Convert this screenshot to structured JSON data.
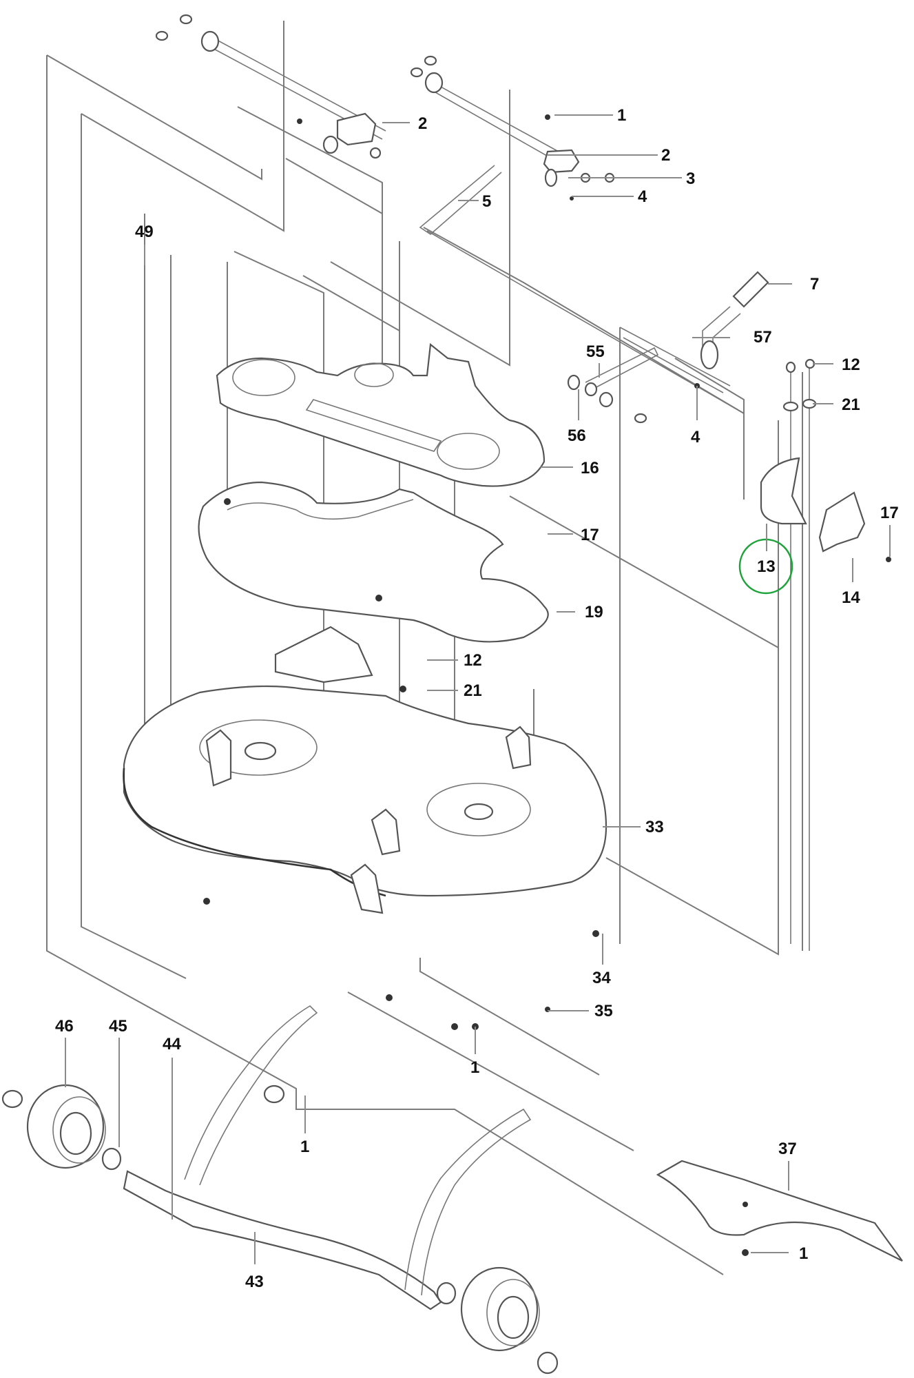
{
  "diagram": {
    "title": "Mower deck exploded parts diagram",
    "highlight_color": "#1ea33a",
    "highlighted_callout": "13",
    "callouts": [
      {
        "id": "c1a",
        "label": "1"
      },
      {
        "id": "c2a",
        "label": "2"
      },
      {
        "id": "c2b",
        "label": "2"
      },
      {
        "id": "c3",
        "label": "3"
      },
      {
        "id": "c4a",
        "label": "4"
      },
      {
        "id": "c5",
        "label": "5"
      },
      {
        "id": "c49",
        "label": "49"
      },
      {
        "id": "c7",
        "label": "7"
      },
      {
        "id": "c57",
        "label": "57"
      },
      {
        "id": "c55",
        "label": "55"
      },
      {
        "id": "c56",
        "label": "56"
      },
      {
        "id": "c4b",
        "label": "4"
      },
      {
        "id": "c12a",
        "label": "12"
      },
      {
        "id": "c21a",
        "label": "21"
      },
      {
        "id": "c16",
        "label": "16"
      },
      {
        "id": "c17a",
        "label": "17"
      },
      {
        "id": "c17b",
        "label": "17"
      },
      {
        "id": "c13",
        "label": "13"
      },
      {
        "id": "c14",
        "label": "14"
      },
      {
        "id": "c19",
        "label": "19"
      },
      {
        "id": "c12b",
        "label": "12"
      },
      {
        "id": "c21b",
        "label": "21"
      },
      {
        "id": "c33",
        "label": "33"
      },
      {
        "id": "c34",
        "label": "34"
      },
      {
        "id": "c35",
        "label": "35"
      },
      {
        "id": "c1b",
        "label": "1"
      },
      {
        "id": "c46",
        "label": "46"
      },
      {
        "id": "c45",
        "label": "45"
      },
      {
        "id": "c44",
        "label": "44"
      },
      {
        "id": "c1c",
        "label": "1"
      },
      {
        "id": "c37",
        "label": "37"
      },
      {
        "id": "c1d",
        "label": "1"
      },
      {
        "id": "c43",
        "label": "43"
      }
    ]
  }
}
